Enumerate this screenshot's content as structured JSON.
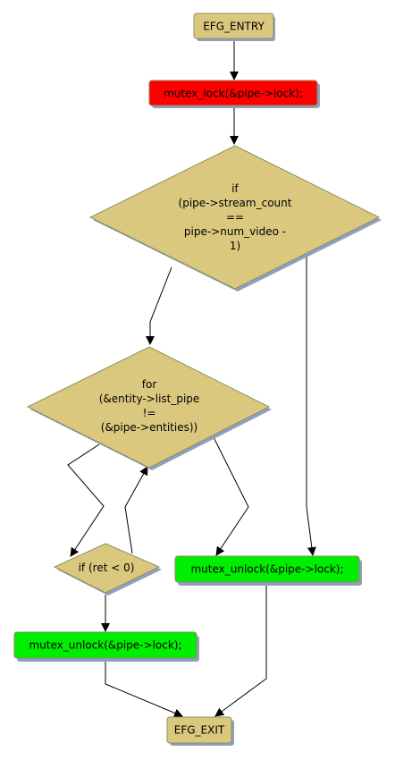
{
  "colors": {
    "neutral_fill": "#dbc87f",
    "lock_fill": "#ff0000",
    "unlock_fill": "#00ee00",
    "shadow": "#8f9fbf",
    "border": "#8f8f60",
    "edge": "#000000"
  },
  "nodes": {
    "entry": {
      "label": "EFG_ENTRY"
    },
    "lock": {
      "label": "mutex_lock(&pipe->lock);"
    },
    "if_stream": {
      "lines": [
        "if",
        "(pipe->stream_count",
        "==",
        "pipe->num_video -",
        "1)"
      ]
    },
    "for_loop": {
      "lines": [
        "for",
        "(&entity->list_pipe",
        "!=",
        "(&pipe->entities))"
      ]
    },
    "if_ret": {
      "label": "if (ret < 0)"
    },
    "unlock_right": {
      "label": "mutex_unlock(&pipe->lock);"
    },
    "unlock_left": {
      "label": "mutex_unlock(&pipe->lock);"
    },
    "exit": {
      "label": "EFG_EXIT"
    }
  }
}
